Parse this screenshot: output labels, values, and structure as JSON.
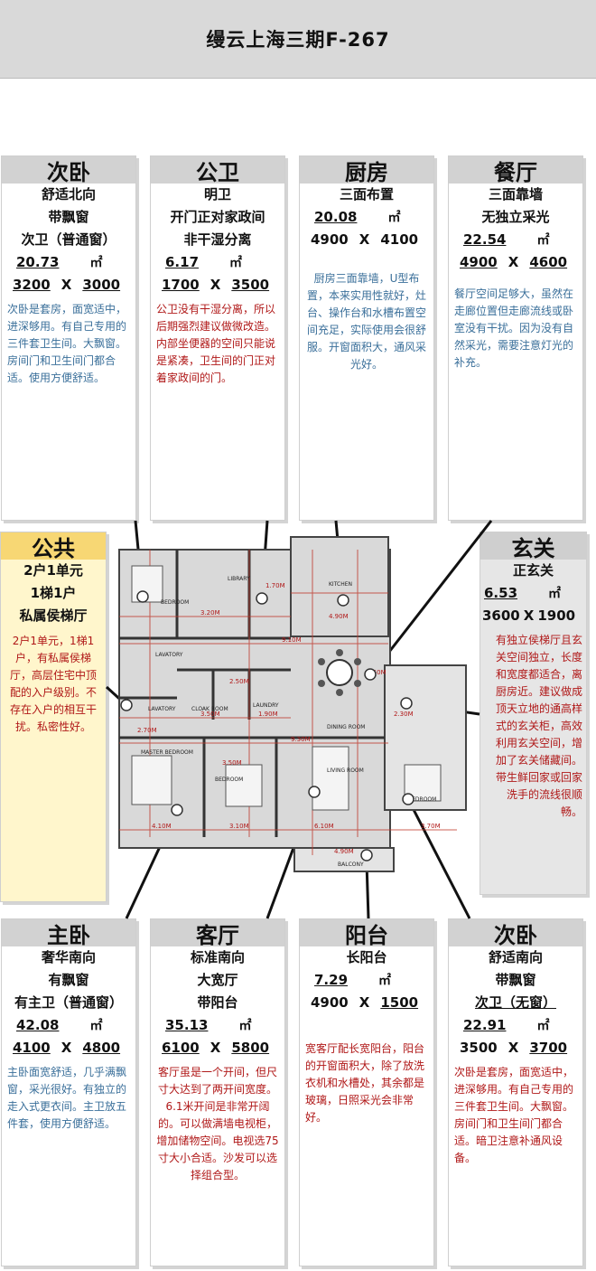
{
  "page_title": "缦云上海三期F-267",
  "cards": {
    "ciwo_north": {
      "title": "次卧",
      "lines": [
        "舒适北向",
        "带飘窗",
        "次卫（普通窗）"
      ],
      "area": "20.73",
      "unit": "㎡",
      "dim_a": "3200",
      "x": "X",
      "dim_b": "3000",
      "desc": "次卧是套房，面宽适中，进深够用。有自己专用的三件套卫生间。大飘窗。房间门和卫生间门都合适。使用方便舒适。",
      "color": "#3a6f9a"
    },
    "gongwei": {
      "title": "公卫",
      "lines": [
        "明卫",
        "开门正对家政间",
        "非干湿分离"
      ],
      "area": "6.17",
      "unit": "㎡",
      "dim_a": "1700",
      "x": "X",
      "dim_b": "3500",
      "desc": "公卫没有干湿分离，所以后期强烈建议做微改造。内部坐便器的空间只能说是紧凑，卫生间的门正对着家政间的门。",
      "color": "#b01818"
    },
    "chufang": {
      "title": "厨房",
      "lines": [
        "三面布置"
      ],
      "area": "20.08",
      "unit": "㎡",
      "dim_a": "4900",
      "x": "X",
      "dim_b": "4100",
      "desc": "厨房三面靠墙，U型布置，本来实用性就好，灶台、操作台和水槽布置空间充足，实际使用会很舒服。开窗面积大，通风采光好。",
      "color": "#3a6f9a"
    },
    "canting": {
      "title": "餐厅",
      "lines": [
        "三面靠墙",
        "无独立采光"
      ],
      "area": "22.54",
      "unit": "㎡",
      "dim_a": "4900",
      "x": "X",
      "dim_b": "4600",
      "desc": "餐厅空间足够大，虽然在走廊位置但走廊流线或卧室没有干扰。因为没有自然采光，需要注意灯光的补充。",
      "color": "#3a6f9a"
    },
    "gonggong": {
      "title": "公共",
      "lines": [
        "2户1单元",
        "1梯1户",
        "私属侯梯厅"
      ],
      "desc": "2户1单元，1梯1户，有私属侯梯厅，高层住宅中顶配的入户级别。不存在入户的相互干扰。私密性好。",
      "color": "#b01818"
    },
    "xuanguan": {
      "title": "玄关",
      "lines": [
        "正玄关"
      ],
      "area": "6.53",
      "unit": "㎡",
      "dim_a": "3600",
      "x": "X",
      "dim_b": "1900",
      "desc": "有独立侯梯厅且玄关空间独立，长度和宽度都适合，离厨房近。建议做成顶天立地的通高样式的玄关柜，高效利用玄关空间，增加了玄关储藏间。带生鲜回家或回家洗手的流线很顺畅。",
      "color": "#b01818"
    },
    "zhuwo": {
      "title": "主卧",
      "lines": [
        "奢华南向",
        "有飘窗",
        "有主卫（普通窗）"
      ],
      "area": "42.08",
      "unit": "㎡",
      "dim_a": "4100",
      "x": "X",
      "dim_b": "4800",
      "desc": "主卧面宽舒适，几乎满飘窗，采光很好。有独立的走入式更衣间。主卫放五件套，使用方便舒适。",
      "color": "#3a6f9a"
    },
    "keting": {
      "title": "客厅",
      "lines": [
        "标准南向",
        "大宽厅",
        "带阳台"
      ],
      "area": "35.13",
      "unit": "㎡",
      "dim_a": "6100",
      "x": "X",
      "dim_b": "5800",
      "desc": "客厅虽是一个开间，但尺寸大达到了两开间宽度。6.1米开间是非常开阔的。可以做满墙电视柜，增加储物空间。电视选75寸大小合适。沙发可以选择组合型。",
      "color": "#b01818"
    },
    "yangtai": {
      "title": "阳台",
      "lines": [
        "长阳台"
      ],
      "area": "7.29",
      "unit": "㎡",
      "dim_a": "4900",
      "x": "X",
      "dim_b": "1500",
      "desc": "宽客厅配长宽阳台，阳台的开窗面积大，除了放洗衣机和水槽处，其余都是玻璃，日照采光会非常好。",
      "color": "#b01818"
    },
    "ciwo_south": {
      "title": "次卧",
      "lines": [
        "舒适南向",
        "带飘窗",
        "次卫（无窗）"
      ],
      "area": "22.91",
      "unit": "㎡",
      "dim_a": "3500",
      "x": "X",
      "dim_b": "3700",
      "desc": "次卧是套房，面宽适中，进深够用。有自己专用的三件套卫生间。大飘窗。房间门和卫生间门都合适。暗卫注意补通风设备。",
      "color": "#b01818"
    }
  },
  "plan": {
    "rooms": {
      "bedroom": "BEDROOM",
      "library": "LIBRARY",
      "kitchen": "KITCHEN",
      "lavatory1": "LAVATORY",
      "lavatory2": "LAVATORY",
      "cloak": "CLOAK ROOM",
      "laundry": "LAUNDRY",
      "dining": "DINING ROOM",
      "master": "MASTER BEDROOM",
      "bedroom2": "BEDROOM",
      "living": "LIVING ROOM",
      "bedroom3": "BEDROOM",
      "balcony": "BALCONY"
    },
    "dims": {
      "d1": "3.20M",
      "d2": "4.90M",
      "d3": "9.10M",
      "d4": "3.50M",
      "d5": "1.90M",
      "d6": "2.70M",
      "d7": "9.30M",
      "d8": "4.10M",
      "d9": "3.10M",
      "d10": "6.10M",
      "d11": "3.70M",
      "d12": "4.90M",
      "d13": "2.50M",
      "d14": "1.70M",
      "d15": "4.60M",
      "d16": "2.30M",
      "d17": "3.50M"
    }
  }
}
